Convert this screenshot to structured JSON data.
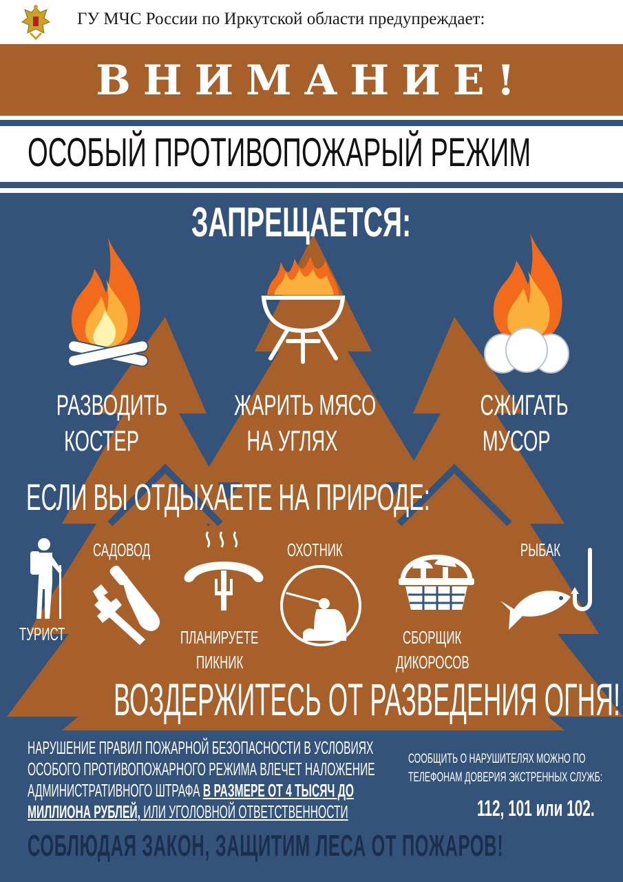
{
  "header": {
    "org_text": "ГУ МЧС России по Иркутской области предупреждает:",
    "emblem_icon": "mchs-emblem-icon"
  },
  "banner": {
    "attention": "ВНИМАНИЕ!",
    "regime": "ОСОБЫЙ ПРОТИВОПОЖАРЫЙ РЕЖИМ"
  },
  "prohibited": {
    "title": "ЗАПРЕЩАЕТСЯ:",
    "items": [
      {
        "line1": "РАЗВОДИТЬ",
        "line2": "КОСТЕР",
        "icon": "campfire-icon"
      },
      {
        "line1": "ЖАРИТЬ МЯСО",
        "line2": "НА УГЛЯХ",
        "icon": "grill-icon"
      },
      {
        "line1": "СЖИГАТЬ",
        "line2": "МУСОР",
        "icon": "burning-garbage-icon"
      }
    ]
  },
  "nature": {
    "title": "ЕСЛИ ВЫ ОТДЫХАЕТЕ НА ПРИРОДЕ:",
    "roles": [
      {
        "label": "ТУРИСТ",
        "icon": "tourist-icon"
      },
      {
        "label": "САДОВОД",
        "icon": "garden-tools-icon"
      },
      {
        "label": "ПЛАНИРУЕТЕ",
        "label2": "ПИКНИК",
        "icon": "sausage-icon"
      },
      {
        "label": "ОХОТНИК",
        "icon": "hunter-icon"
      },
      {
        "label": "СБОРЩИК",
        "label2": "ДИКОРОСОВ",
        "icon": "mushroom-basket-icon"
      },
      {
        "label": "РЫБАК",
        "icon": "fish-hook-icon"
      }
    ],
    "abstain": "ВОЗДЕРЖИТЕСЬ ОТ РАЗВЕДЕНИЯ ОГНЯ!"
  },
  "penalty": {
    "line1": "НАРУШЕНИЕ ПРАВИЛ ПОЖАРНОЙ БЕЗОПАСНОСТИ В  УСЛОВИЯХ",
    "line2": "ОСОБОГО ПРОТИВОПОЖАРНОГО РЕЖИМА ВЛЕЧЕТ НАЛОЖЕНИЕ",
    "line3_plain": "АДМИНИСТРАТИВНОГО ШТРАФА ",
    "line3_emph": "В РАЗМЕРЕ ОТ 4 ТЫСЯЧ ДО",
    "line4_emph": "МИЛЛИОНА РУБЛЕЙ,",
    "line4_plain": " ИЛИ УГОЛОВНОЙ ОТВЕТСТВЕННОСТИ"
  },
  "report": {
    "line1": "СООБЩИТЬ  О  НАРУШИТЕЛЯХ  МОЖНО  ПО",
    "line2": "ТЕЛЕФОНАМ ДОВЕРИЯ ЭКСТРЕННЫХ СЛУЖБ:",
    "phones": "112, 101 или 102."
  },
  "footer": {
    "slogan": "СОБЛЮДАЯ ЗАКОН, ЗАЩИТИМ ЛЕСА ОТ ПОЖАРОВ!"
  },
  "colors": {
    "brown": "#a8602b",
    "navy": "#34537a",
    "dark_navy": "#1b2e4d",
    "white": "#ffffff"
  }
}
